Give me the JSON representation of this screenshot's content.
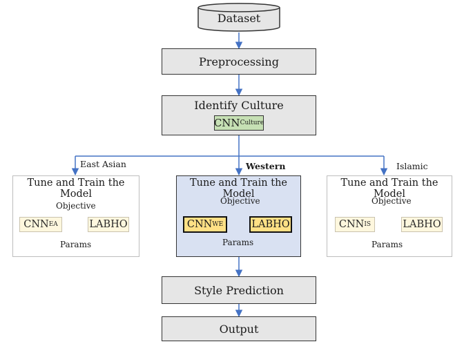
{
  "nodes": {
    "dataset": "Dataset",
    "preprocessing": "Preprocessing",
    "identify_culture": "Identify Culture",
    "cnn_culture": {
      "main": "CNN",
      "sub": "Culture"
    },
    "style_prediction": "Style Prediction",
    "output": "Output"
  },
  "panels": [
    {
      "branch_label": "East Asian",
      "title": "Tune and Train the Model",
      "objective": "Objective",
      "params": "Params",
      "cnn": {
        "main": "CNN",
        "sub": "EA"
      },
      "labho": "LABHO"
    },
    {
      "branch_label": "Western",
      "title": "Tune and Train the Model",
      "objective": "Objective",
      "params": "Params",
      "cnn": {
        "main": "CNN",
        "sub": "WE"
      },
      "labho": "LABHO"
    },
    {
      "branch_label": "Islamic",
      "title": "Tune and Train the Model",
      "objective": "Objective",
      "params": "Params",
      "cnn": {
        "main": "CNN",
        "sub": "IS"
      },
      "labho": "LABHO"
    }
  ],
  "colors": {
    "arrow": "#4472c4",
    "arrow_faint": "#b4c7e7",
    "box_fill": "#e6e6e6",
    "culture_fill": "#c6e0b4",
    "active_panel": "#d9e1f2",
    "highlight_fill": "#ffe085",
    "faint_fill": "#fef7de"
  }
}
